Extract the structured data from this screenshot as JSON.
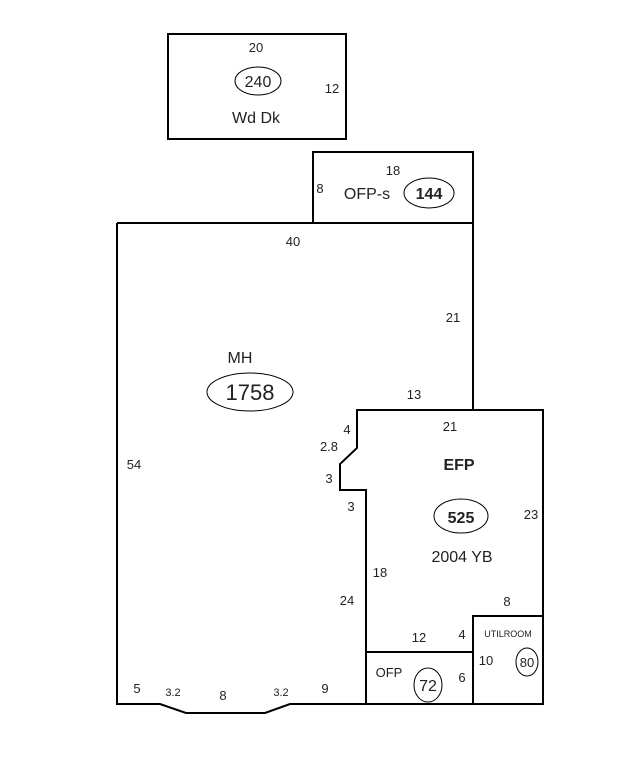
{
  "areas": {
    "wd_dk": {
      "label": "Wd Dk",
      "area": "240",
      "dims": [
        "20",
        "12"
      ]
    },
    "ofp_s": {
      "label": "OFP-s",
      "area": "144",
      "dims": [
        "18",
        "8"
      ]
    },
    "mh": {
      "label": "MH",
      "area": "1758",
      "dims": [
        "40",
        "21",
        "13",
        "4",
        "2.8",
        "3",
        "3",
        "54",
        "24",
        "5",
        "3.2",
        "8",
        "3.2",
        "9"
      ]
    },
    "efp": {
      "label": "EFP",
      "area": "525",
      "year": "2004 YB",
      "dims": [
        "21",
        "23",
        "18",
        "8",
        "12",
        "4"
      ]
    },
    "ofp": {
      "label": "OFP",
      "area": "72",
      "dims": [
        "6"
      ]
    },
    "utilroom": {
      "label": "UTILROOM",
      "area": "80",
      "dims": [
        "10"
      ]
    }
  }
}
